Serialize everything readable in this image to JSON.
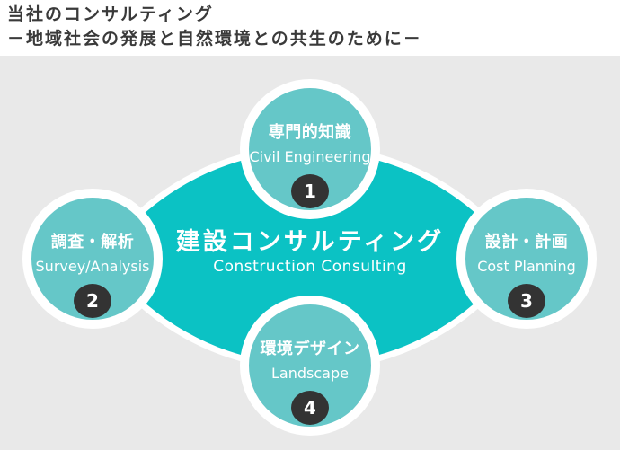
{
  "title": {
    "line1": "当社のコンサルティング",
    "line2": "－地域社会の発展と自然環境との共生のために－"
  },
  "center": {
    "jp": "建設コンサルティング",
    "en": "Construction Consulting"
  },
  "nodes": [
    {
      "jp": "専門的知識",
      "en": "Civil Engineering",
      "number": "1"
    },
    {
      "jp": "調査・解析",
      "en": "Survey/Analysis",
      "number": "2"
    },
    {
      "jp": "設計・計画",
      "en": "Cost Planning",
      "number": "3"
    },
    {
      "jp": "環境デザイン",
      "en": "Landscape",
      "number": "4"
    }
  ],
  "colors": {
    "lens_teal": "#0bc2c4",
    "node_teal": "#65c7c8",
    "badge_dark": "#333333",
    "panel_gray": "#e9e9e9",
    "title_ink": "#3a3a3a"
  }
}
